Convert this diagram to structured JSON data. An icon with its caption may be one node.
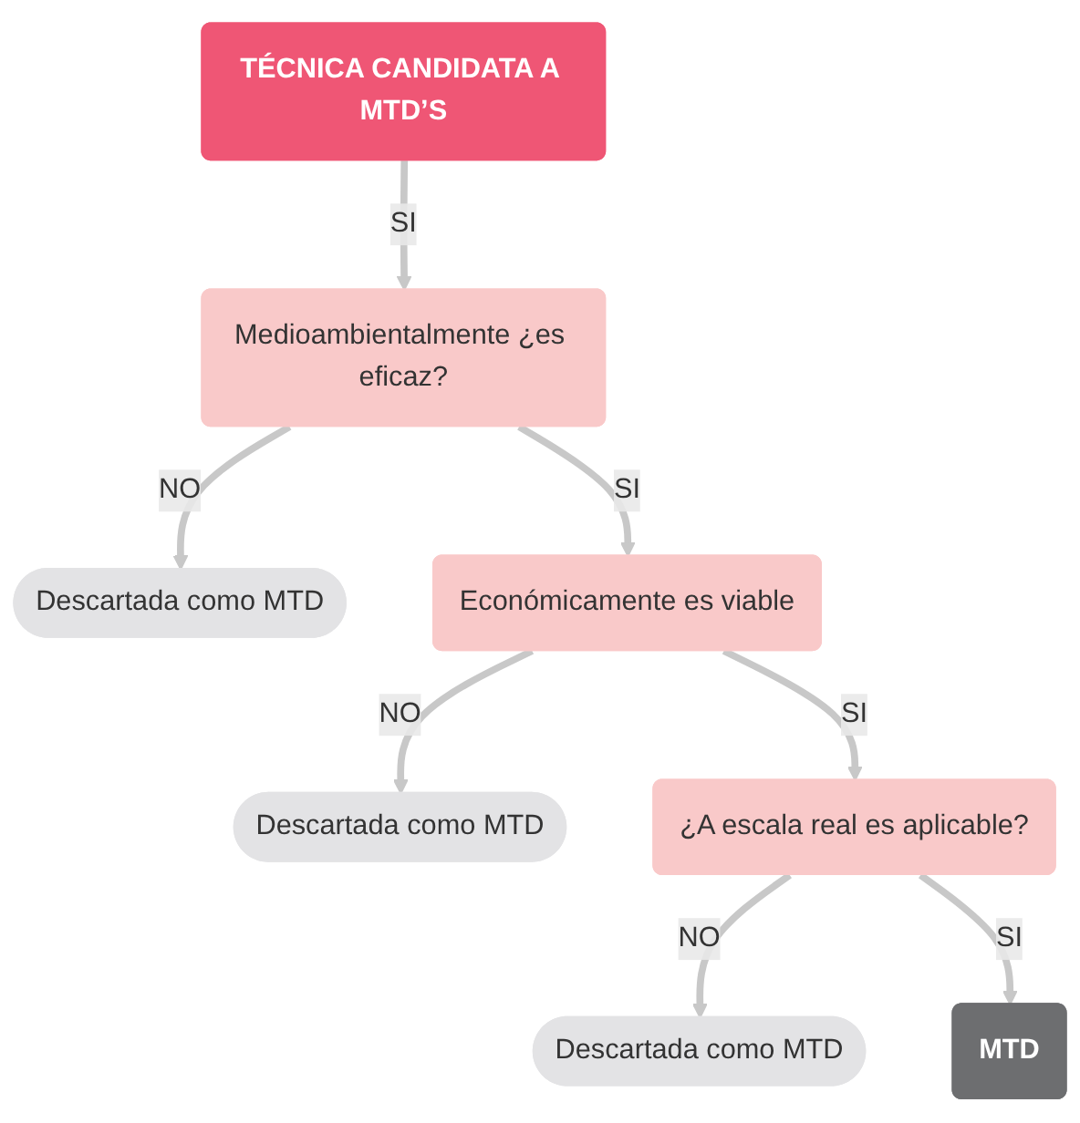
{
  "diagram": {
    "nodes": [
      {
        "text": [
          "TÉCNICA CANDIDATA A MTD’S"
        ]
      },
      {
        "text": [
          "Medioambientalmente ¿es eficaz?"
        ]
      },
      {
        "text": [
          "Descartada como MTD"
        ]
      },
      {
        "text": [
          "Económicamente es viable"
        ]
      },
      {
        "text": [
          "Descartada como MTD"
        ]
      },
      {
        "text": [
          "¿A escala real es aplicable?"
        ]
      },
      {
        "text": [
          "Descartada como MTD"
        ]
      },
      {
        "text": [
          "MTD"
        ]
      }
    ],
    "edges": [
      {
        "from": 0,
        "to": 1,
        "arrow": "to",
        "label": "SI"
      },
      {
        "from": 1,
        "to": 2,
        "arrow": "to",
        "label": "NO"
      },
      {
        "from": 1,
        "to": 3,
        "arrow": "to",
        "label": "SI"
      },
      {
        "from": 3,
        "to": 4,
        "arrow": "to",
        "label": "NO"
      },
      {
        "from": 3,
        "to": 5,
        "arrow": "to",
        "label": "SI"
      },
      {
        "from": 5,
        "to": 6,
        "arrow": "to",
        "label": "NO"
      },
      {
        "from": 5,
        "to": 7,
        "arrow": "to",
        "label": "SI"
      }
    ]
  }
}
